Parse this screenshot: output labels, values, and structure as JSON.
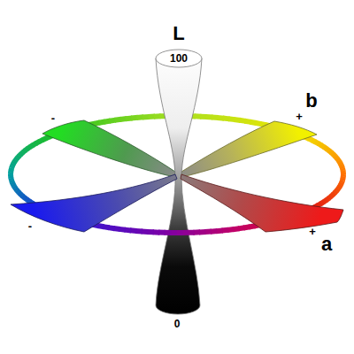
{
  "diagram": {
    "labels": [
      "L",
      "100",
      "b",
      "-",
      "+",
      "-",
      "+",
      "a",
      "0"
    ]
  }
}
